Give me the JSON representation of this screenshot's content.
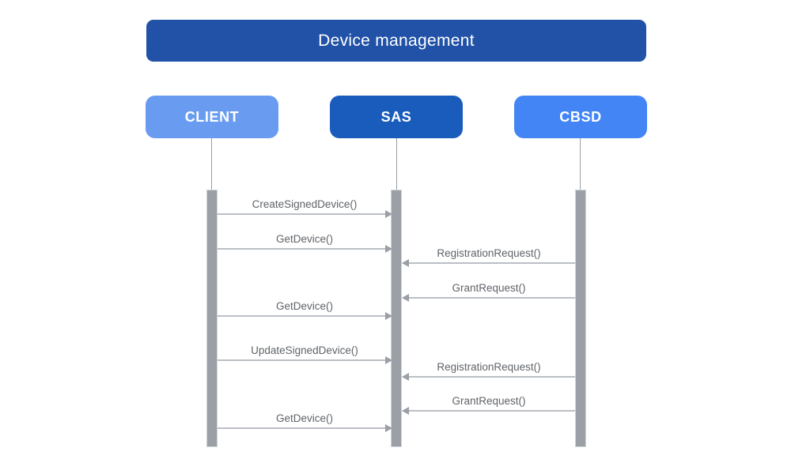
{
  "diagram": {
    "title": "Device management",
    "title_color": "#2152A7"
  },
  "actors": [
    {
      "id": "client",
      "label": "CLIENT",
      "color": "#699CF0"
    },
    {
      "id": "sas",
      "label": "SAS",
      "color": "#1A5CBC"
    },
    {
      "id": "cbsd",
      "label": "CBSD",
      "color": "#4385F4"
    }
  ],
  "messages": [
    {
      "label": "CreateSignedDevice()",
      "from": "CLIENT",
      "to": "SAS"
    },
    {
      "label": "GetDevice()",
      "from": "CLIENT",
      "to": "SAS"
    },
    {
      "label": "RegistrationRequest()",
      "from": "CBSD",
      "to": "SAS"
    },
    {
      "label": "GrantRequest()",
      "from": "CBSD",
      "to": "SAS"
    },
    {
      "label": "GetDevice()",
      "from": "CLIENT",
      "to": "SAS"
    },
    {
      "label": "UpdateSignedDevice()",
      "from": "CLIENT",
      "to": "SAS"
    },
    {
      "label": "RegistrationRequest()",
      "from": "CBSD",
      "to": "SAS"
    },
    {
      "label": "GrantRequest()",
      "from": "CBSD",
      "to": "SAS"
    },
    {
      "label": "GetDevice()",
      "from": "CLIENT",
      "to": "SAS"
    }
  ],
  "colors": {
    "lifeline": "#9AA0A6",
    "activation_bar": "#9AA0A6",
    "arrow": "#BBBFC4",
    "label_text": "#5F6368"
  }
}
